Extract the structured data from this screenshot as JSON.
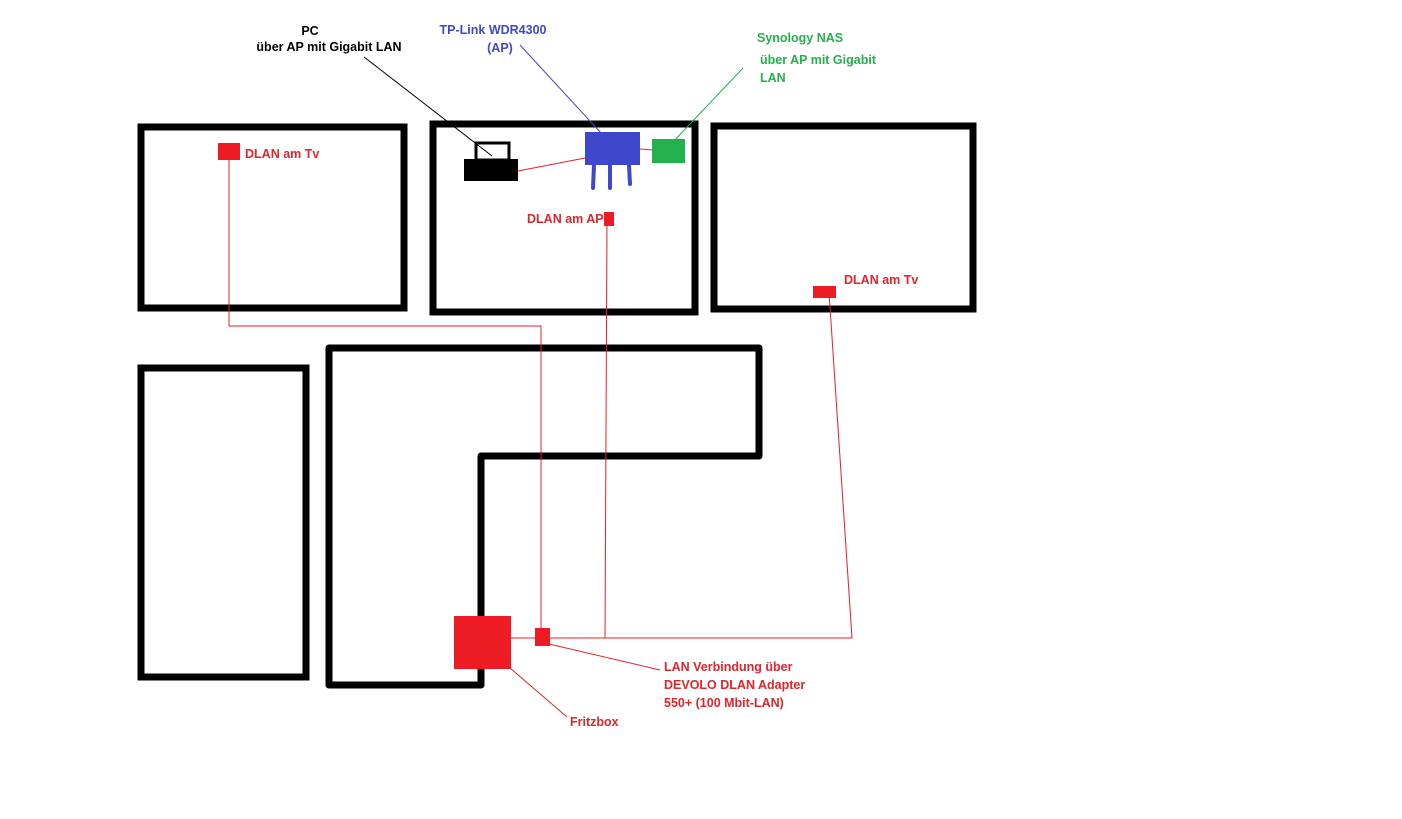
{
  "colors": {
    "walls": "#000000",
    "dlan": "#ed1c24",
    "access_point": "#3f48cc",
    "nas": "#22b14c",
    "label_red": "#e0252b"
  },
  "labels": {
    "pc_line1": "PC",
    "pc_line2": "über AP mit Gigabit LAN",
    "ap_line1": "TP-Link WDR4300",
    "ap_line2": "(AP)",
    "nas_line1": "Synology NAS",
    "nas_line2": "über AP mit Gigabit",
    "nas_line3": "LAN",
    "dlan_tv_left": "DLAN am Tv",
    "dlan_ap": "DLAN am AP",
    "dlan_tv_right": "DLAN am Tv",
    "lan_line1": "LAN Verbindung über",
    "lan_line2": "DEVOLO DLAN Adapter",
    "lan_line3": "550+ (100 Mbit-LAN)",
    "fritzbox": "Fritzbox"
  },
  "icons": {
    "pc": "laptop-icon",
    "access_point": "router-icon",
    "nas": "nas-icon",
    "fritzbox": "fritzbox-icon",
    "dlan": "dlan-adapter-icon"
  }
}
